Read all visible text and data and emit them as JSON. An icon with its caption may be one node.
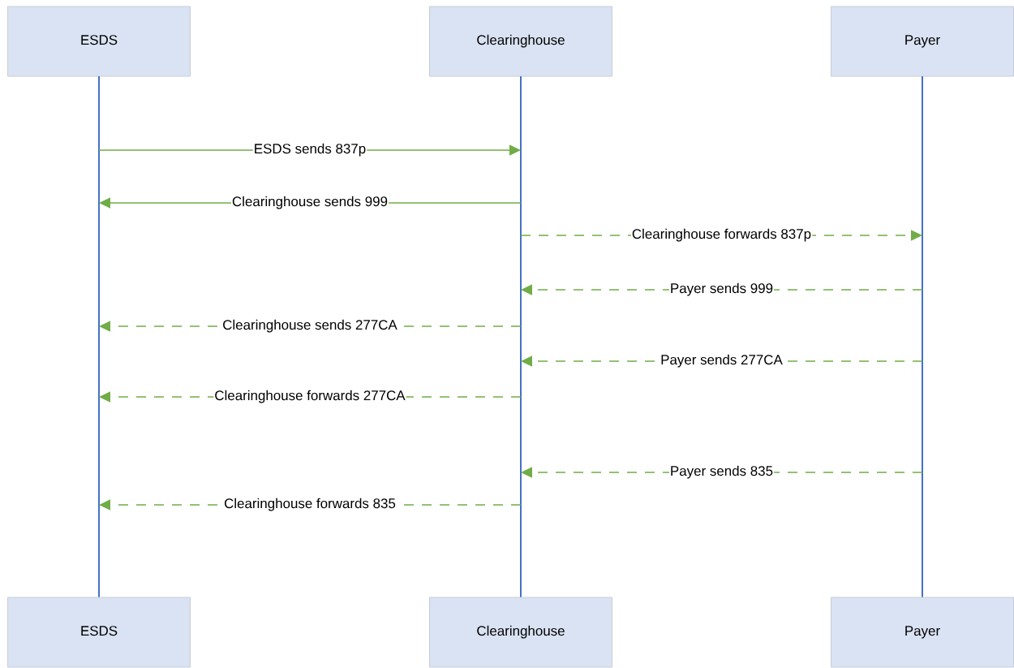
{
  "diagram": {
    "nodes": [
      {
        "text": [
          "ESDS"
        ]
      },
      {
        "text": [
          "Clearinghouse"
        ]
      },
      {
        "text": [
          "Payer"
        ]
      },
      {
        "text": [],
        "shape": "bar"
      },
      {
        "text": [],
        "shape": "bar"
      },
      {
        "text": [],
        "shape": "bar"
      },
      {
        "text": [
          "ESDS"
        ]
      },
      {
        "text": [
          "Clearinghouse"
        ]
      },
      {
        "text": [
          "Payer"
        ]
      }
    ],
    "edges": [
      {
        "from": 3,
        "to": 4,
        "arrow": "to",
        "label": "ESDS sends 837p"
      },
      {
        "from": 4,
        "to": 3,
        "arrow": "to",
        "label": "Clearinghouse sends 999"
      },
      {
        "from": 4,
        "to": 5,
        "arrow": "to",
        "label": "Clearinghouse forwards 837p",
        "style": "dashed"
      },
      {
        "from": 5,
        "to": 4,
        "arrow": "to",
        "label": "Payer sends 999",
        "style": "dashed"
      },
      {
        "from": 4,
        "to": 3,
        "arrow": "to",
        "label": "Clearinghouse sends 277CA",
        "style": "dashed"
      },
      {
        "from": 5,
        "to": 4,
        "arrow": "to",
        "label": "Payer sends 277CA",
        "style": "dashed"
      },
      {
        "from": 4,
        "to": 3,
        "arrow": "to",
        "label": "Clearinghouse forwards 277CA",
        "style": "dashed"
      },
      {
        "from": 5,
        "to": 4,
        "arrow": "to",
        "label": "Payer sends 835",
        "style": "dashed"
      },
      {
        "from": 4,
        "to": 3,
        "arrow": "to",
        "label": "Clearinghouse forwards 835",
        "style": "dashed"
      }
    ]
  }
}
